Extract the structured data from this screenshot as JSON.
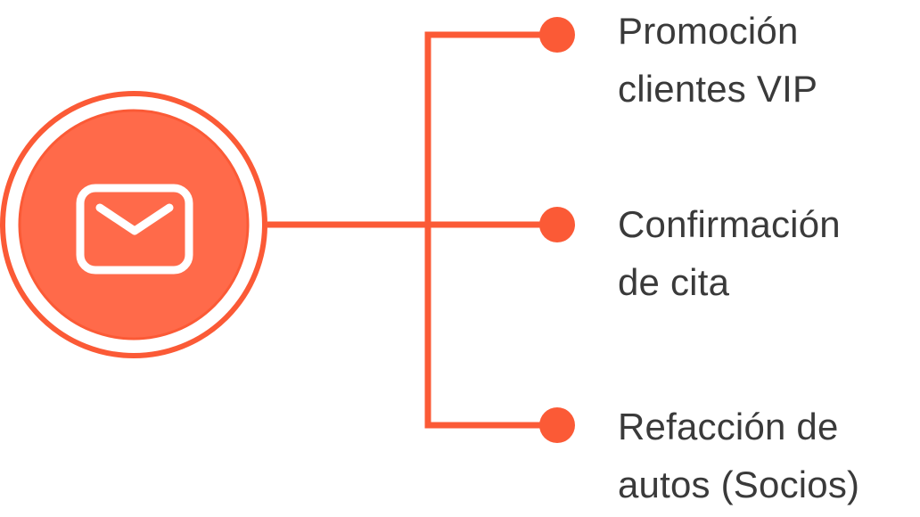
{
  "colors": {
    "accent": "#fb5a36",
    "hub_fill": "#ff6a4a",
    "icon": "#ffffff",
    "text": "#3a3a3a"
  },
  "hub": {
    "icon": "mail-icon"
  },
  "branches": [
    {
      "line1": "Promoción",
      "line2": "clientes VIP"
    },
    {
      "line1": "Confirmación",
      "line2": "de cita"
    },
    {
      "line1": "Refacción de",
      "line2": "autos (Socios)"
    }
  ]
}
